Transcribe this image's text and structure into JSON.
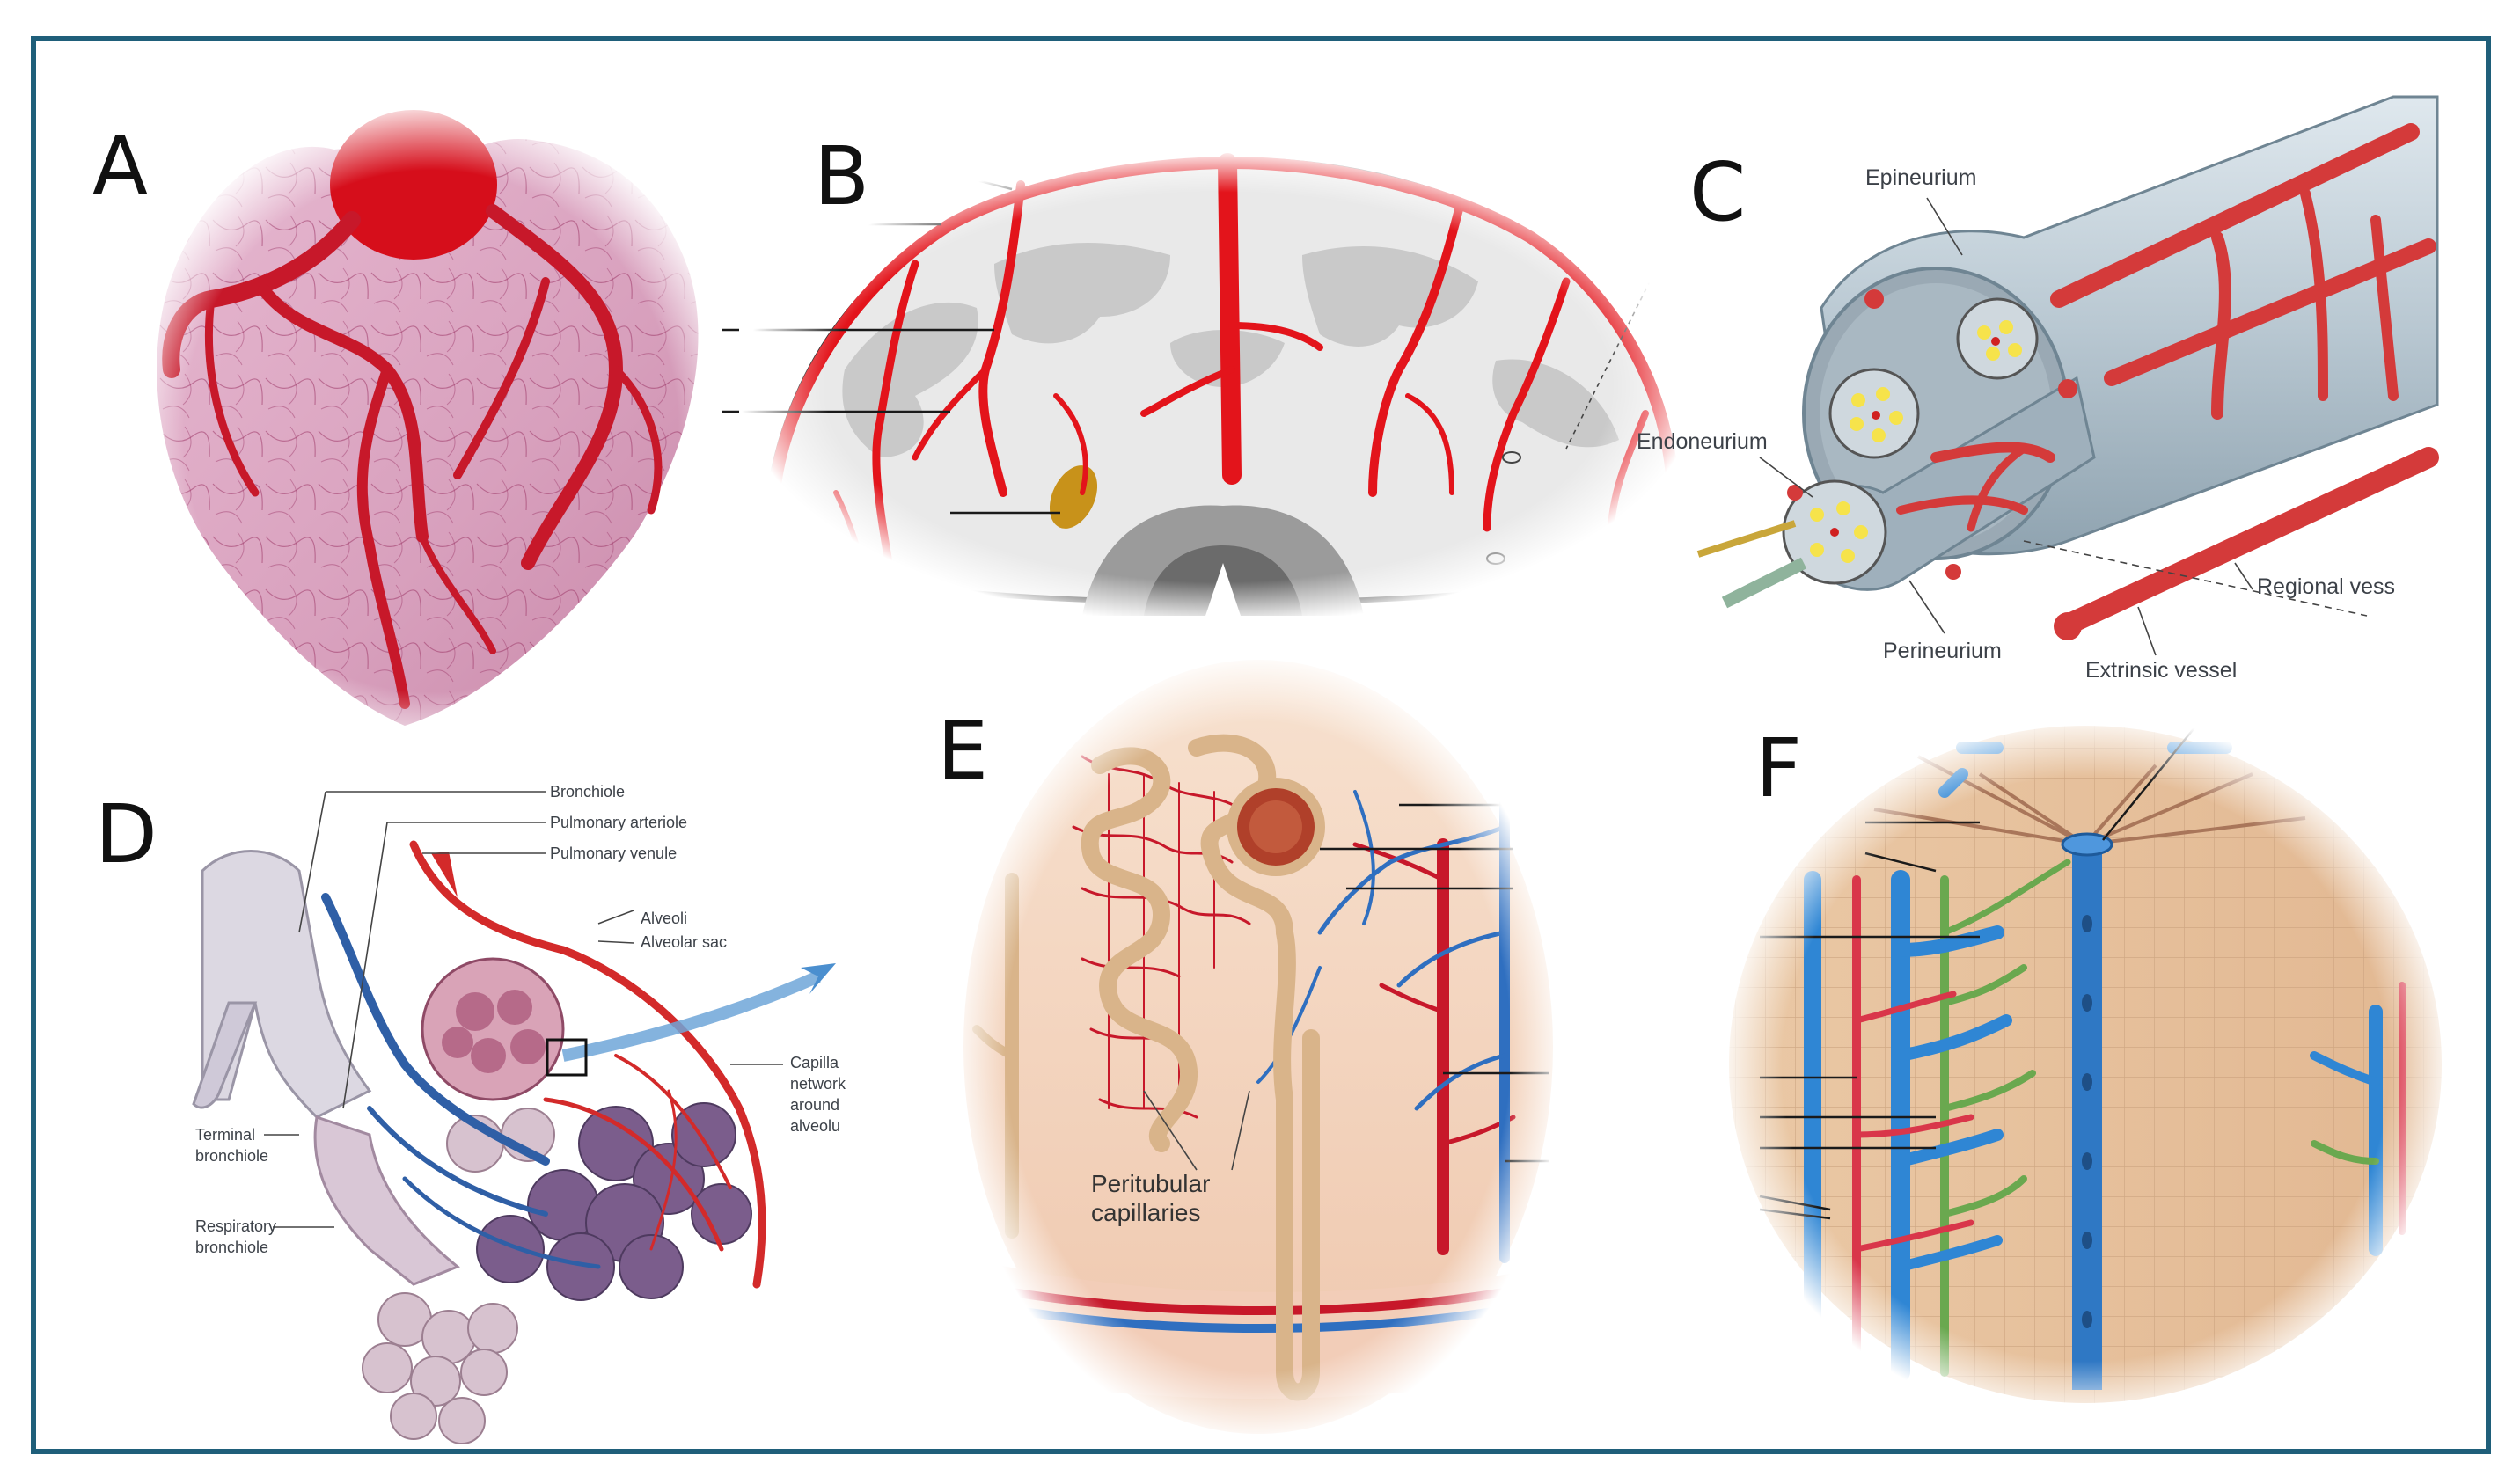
{
  "panels": {
    "A": {
      "letter": "A"
    },
    "B": {
      "letter": "B"
    },
    "C": {
      "letter": "C",
      "labels": {
        "epineurium": "Epineurium",
        "endoneurium": "Endoneurium",
        "perineurium": "Perineurium",
        "regional_vessel": "Regional vess",
        "extrinsic_vessel": "Extrinsic vessel"
      }
    },
    "D": {
      "letter": "D",
      "labels": {
        "bronchiole": "Bronchiole",
        "pulmonary_arteriole": "Pulmonary arteriole",
        "pulmonary_venule": "Pulmonary venule",
        "alveoli": "Alveoli",
        "alveolar_sac": "Alveolar sac",
        "capillary_1": "Capilla",
        "capillary_2": "network",
        "capillary_3": "around",
        "capillary_4": "alveolu",
        "terminal_1": "Terminal",
        "terminal_2": "bronchiole",
        "respiratory_1": "Respiratory",
        "respiratory_2": "bronchiole"
      }
    },
    "E": {
      "letter": "E",
      "labels": {
        "peritubular_1": "Peritubular",
        "peritubular_2": "capillaries"
      }
    },
    "F": {
      "letter": "F"
    }
  },
  "colors": {
    "frame_border": "#1f5f7a",
    "artery_red": "#e0262c",
    "vein_blue": "#2f78c4",
    "nerve_gray": "#b8c6cf",
    "tissue_tan": "#e9c9a8",
    "bile_green": "#6aa84f"
  }
}
